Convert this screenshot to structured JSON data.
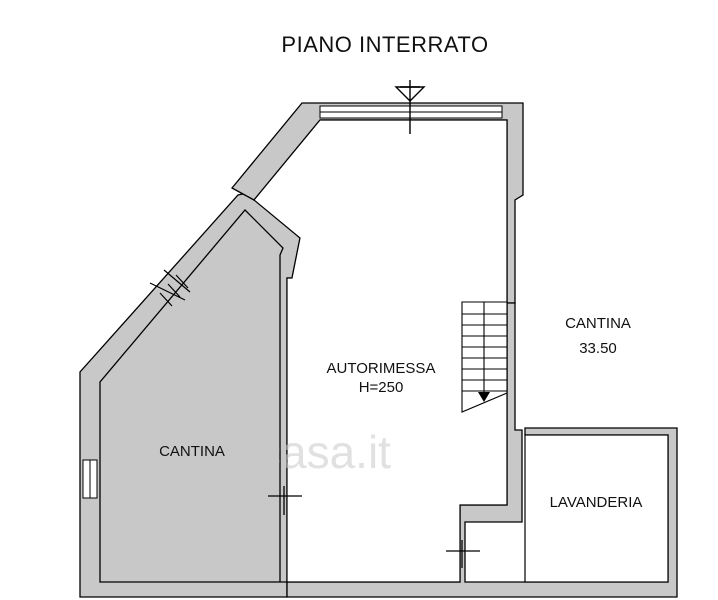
{
  "plan": {
    "title": "PIANO INTERRATO",
    "rooms": {
      "cantina_left": "CANTINA",
      "autorimessa": "AUTORIMESSA",
      "autorimessa_height": "H=250",
      "cantina_right": "CANTINA",
      "cantina_right_area": "33.50",
      "lavanderia": "LAVANDERIA"
    },
    "watermark": "casa.it",
    "wall_color": "#c8c8c8",
    "line_color": "#000000"
  }
}
